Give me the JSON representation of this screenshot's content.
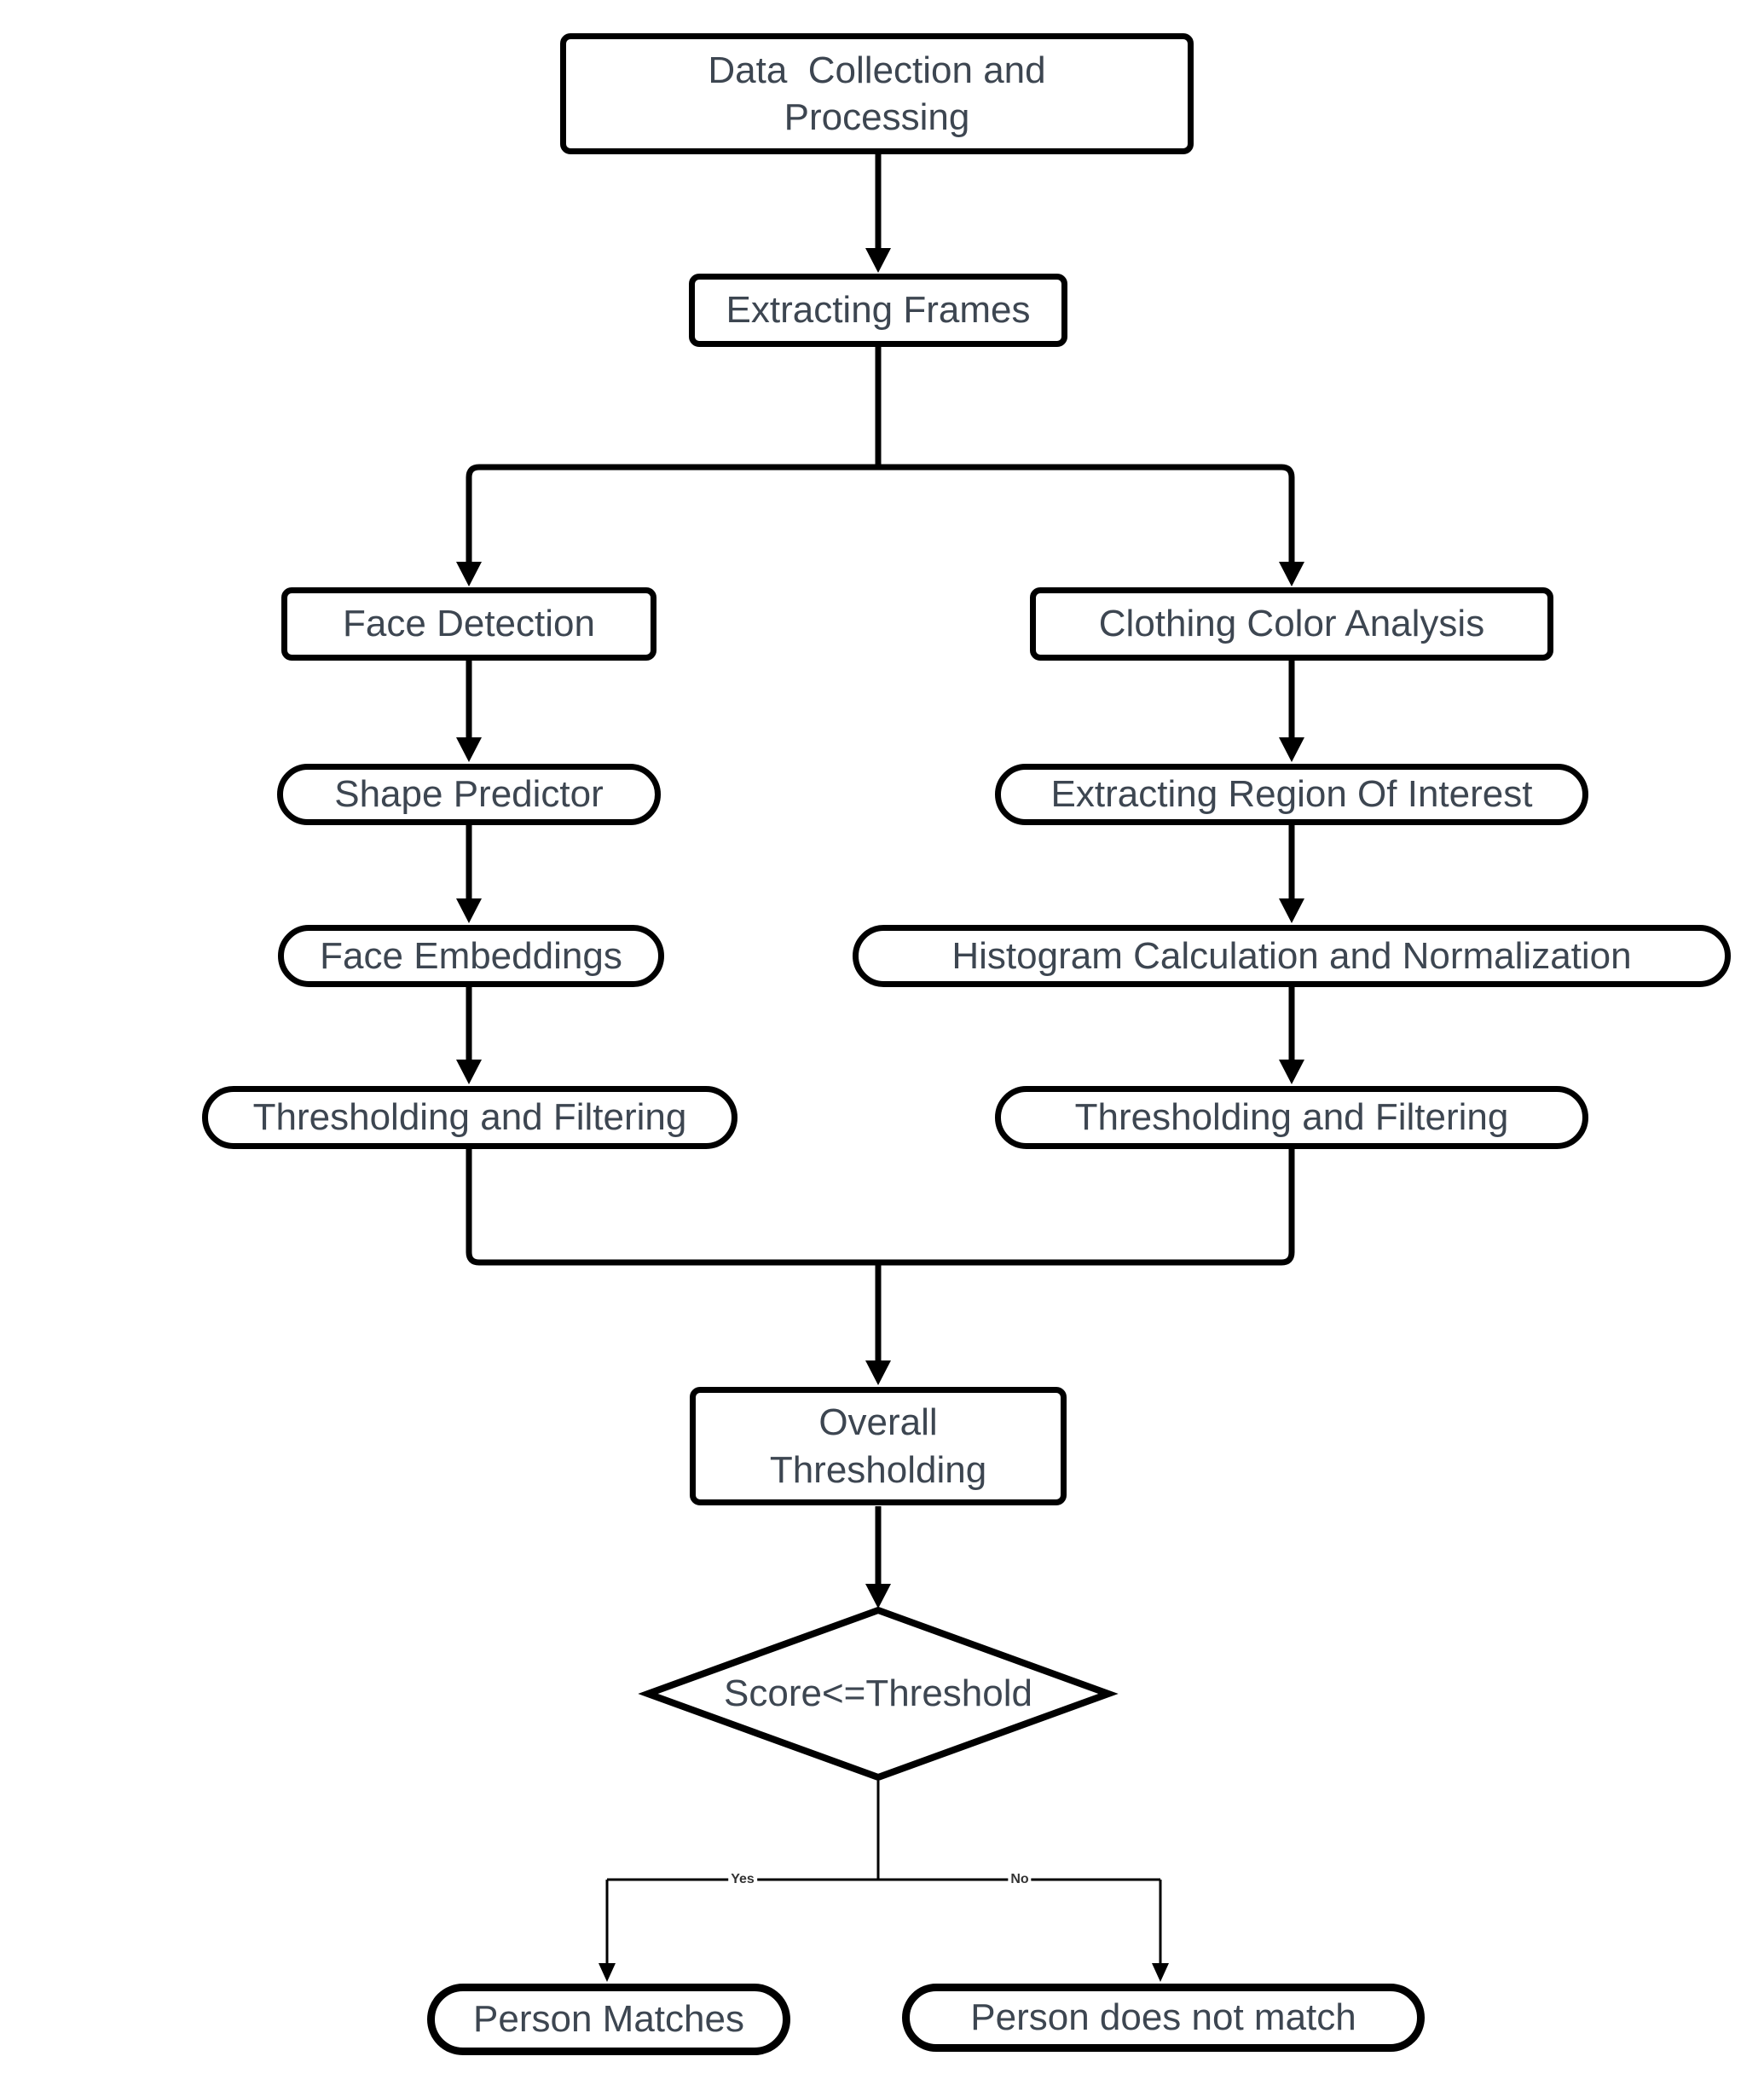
{
  "colors": {
    "background": "#ffffff",
    "node_border": "#000000",
    "node_fill": "#ffffff",
    "node_text": "#3d4651",
    "edge_line": "#000000",
    "edge_label_text": "#333333"
  },
  "nodes": {
    "data_collection": {
      "label": "Data  Collection and\nProcessing",
      "shape": "rectangle"
    },
    "extracting_frames": {
      "label": "Extracting Frames",
      "shape": "rectangle"
    },
    "face_detection": {
      "label": "Face Detection",
      "shape": "rectangle"
    },
    "clothing_color_analysis": {
      "label": "Clothing Color Analysis",
      "shape": "rectangle"
    },
    "shape_predictor": {
      "label": "Shape Predictor",
      "shape": "stadium"
    },
    "extracting_roi": {
      "label": "Extracting Region Of Interest",
      "shape": "stadium"
    },
    "face_embeddings": {
      "label": "Face Embeddings",
      "shape": "stadium"
    },
    "histogram_calc": {
      "label": "Histogram Calculation and Normalization",
      "shape": "stadium"
    },
    "thresholding_left": {
      "label": "Thresholding and Filtering",
      "shape": "stadium"
    },
    "thresholding_right": {
      "label": "Thresholding and Filtering",
      "shape": "stadium"
    },
    "overall_thresholding": {
      "label": "Overall\nThresholding",
      "shape": "rectangle"
    },
    "decision": {
      "label": "Score<=Threshold",
      "shape": "diamond"
    },
    "person_matches": {
      "label": "Person Matches",
      "shape": "stadium"
    },
    "person_not_match": {
      "label": "Person does not match",
      "shape": "stadium"
    }
  },
  "edge_labels": {
    "yes": "Yes",
    "no": "No"
  },
  "edges": [
    {
      "from": "data_collection",
      "to": "extracting_frames"
    },
    {
      "from": "extracting_frames",
      "to": "face_detection"
    },
    {
      "from": "extracting_frames",
      "to": "clothing_color_analysis"
    },
    {
      "from": "face_detection",
      "to": "shape_predictor"
    },
    {
      "from": "shape_predictor",
      "to": "face_embeddings"
    },
    {
      "from": "face_embeddings",
      "to": "thresholding_left"
    },
    {
      "from": "clothing_color_analysis",
      "to": "extracting_roi"
    },
    {
      "from": "extracting_roi",
      "to": "histogram_calc"
    },
    {
      "from": "histogram_calc",
      "to": "thresholding_right"
    },
    {
      "from": "thresholding_left",
      "to": "overall_thresholding"
    },
    {
      "from": "thresholding_right",
      "to": "overall_thresholding"
    },
    {
      "from": "overall_thresholding",
      "to": "decision"
    },
    {
      "from": "decision",
      "to": "person_matches",
      "label": "Yes"
    },
    {
      "from": "decision",
      "to": "person_not_match",
      "label": "No"
    }
  ]
}
